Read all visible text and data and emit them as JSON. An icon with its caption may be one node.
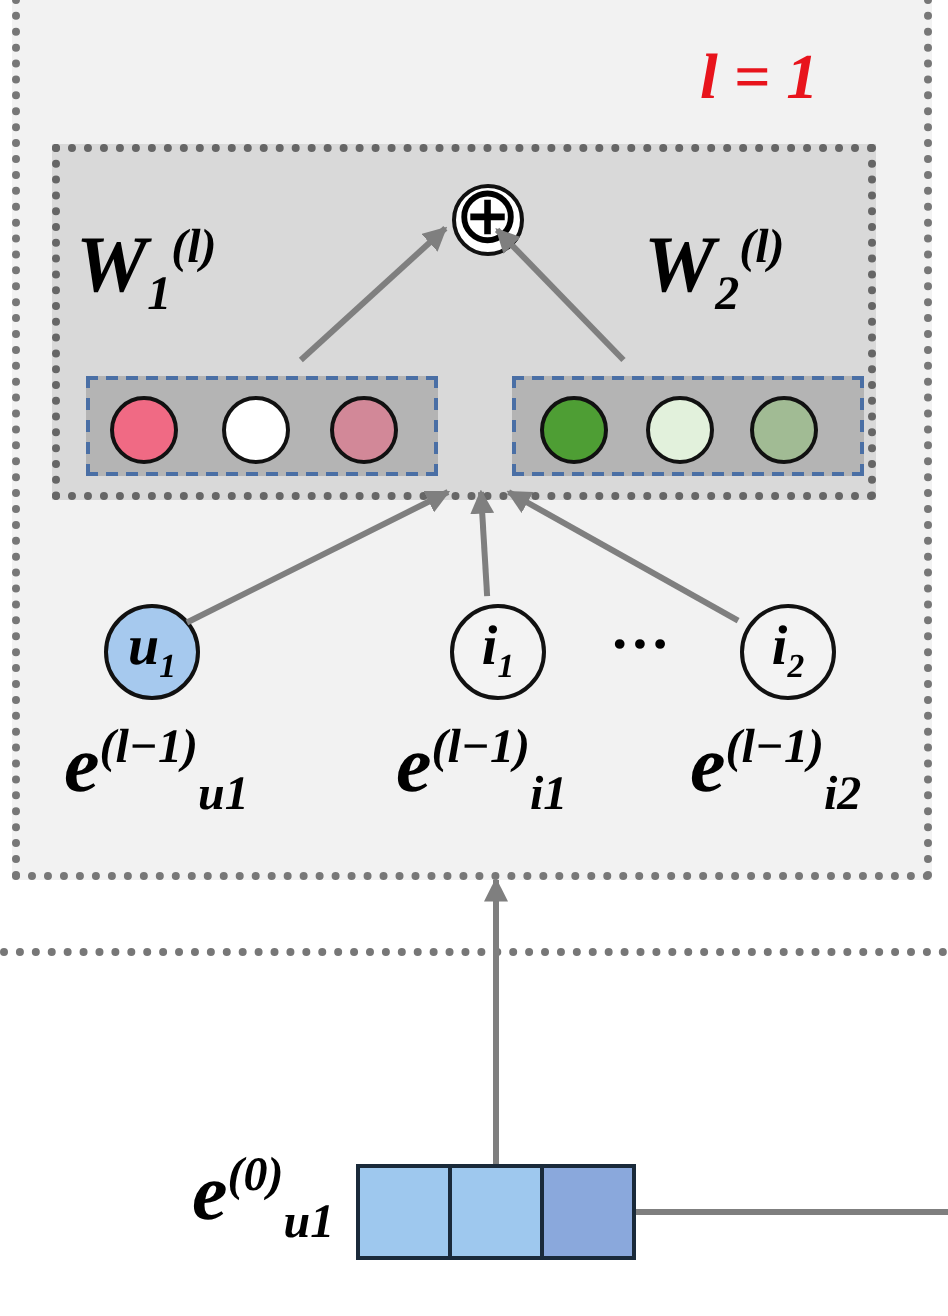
{
  "diagram": {
    "nodes": [
      {
        "text": [
          "l = 1"
        ]
      },
      {
        "text": [],
        "shape": "box",
        "in": 0
      },
      {
        "text": [
          "⊕"
        ],
        "in": 1
      },
      {
        "text": [],
        "shape": "box",
        "in": 1
      },
      {
        "text": [],
        "shape": "circle",
        "in": 3
      },
      {
        "text": [],
        "shape": "circle",
        "in": 3
      },
      {
        "text": [],
        "shape": "circle",
        "in": 3
      },
      {
        "text": [],
        "shape": "box",
        "in": 1
      },
      {
        "text": [],
        "shape": "circle",
        "in": 7
      },
      {
        "text": [],
        "shape": "circle",
        "in": 7
      },
      {
        "text": [],
        "shape": "circle",
        "in": 7
      },
      {
        "text": [
          "u$_{1}$"
        ],
        "in": 0,
        "beside": [
          "e$^{(l−1)}$$_{u1}$"
        ]
      },
      {
        "text": [
          "i$_{1}$"
        ],
        "in": 0,
        "beside": [
          "e$^{(l−1)}$$_{i1}$"
        ]
      },
      {
        "text": [
          "i$_{2}$"
        ],
        "in": 0,
        "beside": [
          "e$^{(l−1)}$$_{i2}$"
        ]
      },
      {
        "text": [],
        "shape": "bar",
        "beside": [
          "e$^{(0)}$$_{u1}$"
        ]
      }
    ],
    "edges": [
      {
        "from": 3,
        "to": 2,
        "arrow": "to",
        "label": "W$_{1}$$^{(l)}$"
      },
      {
        "from": 7,
        "to": 2,
        "arrow": "to",
        "label": "W$_{2}$$^{(l)}$"
      },
      {
        "from": 11,
        "to": 1,
        "arrow": "to"
      },
      {
        "from": 12,
        "to": 1,
        "arrow": "to"
      },
      {
        "from": 13,
        "to": 1,
        "arrow": "to"
      },
      {
        "from": 14,
        "to": 0,
        "arrow": "to"
      },
      {
        "from": 14,
        "to": null,
        "arrow": "none"
      }
    ],
    "labels": [
      "…"
    ]
  }
}
